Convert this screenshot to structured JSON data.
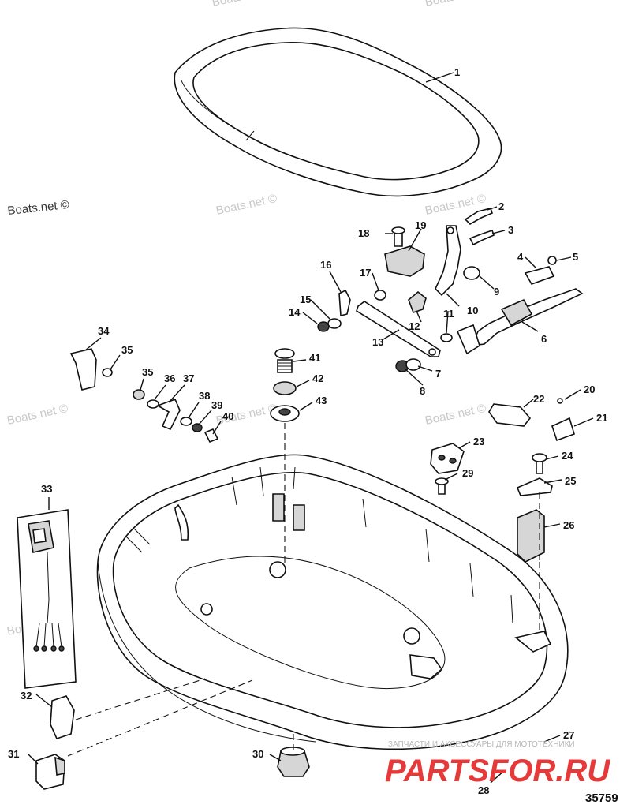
{
  "watermark": {
    "text": "Boats.net ©"
  },
  "figure_number": "35759",
  "site": {
    "caption": "ЗАПЧАСТИ И АКСЕССУАРЫ ДЛЯ МОТОТЕХНИКИ",
    "logo": "PARTSFOR.RU"
  },
  "callouts": [
    "1",
    "2",
    "3",
    "4",
    "5",
    "6",
    "7",
    "8",
    "9",
    "10",
    "11",
    "12",
    "13",
    "14",
    "15",
    "16",
    "17",
    "18",
    "19",
    "20",
    "21",
    "22",
    "23",
    "24",
    "25",
    "26",
    "27",
    "28",
    "29",
    "30",
    "31",
    "32",
    "33",
    "34",
    "35",
    "36",
    "37",
    "38",
    "39",
    "40",
    "41",
    "42",
    "43"
  ]
}
